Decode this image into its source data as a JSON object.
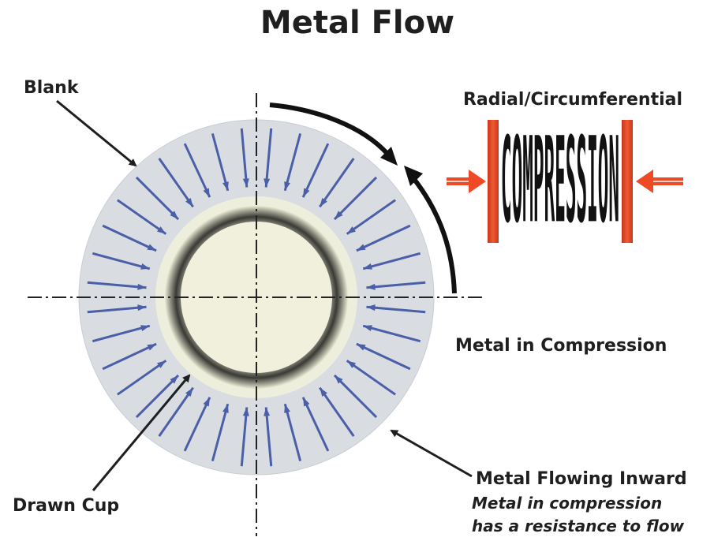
{
  "title": "Metal Flow",
  "labels": {
    "blank": "Blank",
    "drawn_cup": "Drawn Cup",
    "radial_circumferential": "Radial/Circumferential",
    "compression_word": "COMPRESSION",
    "metal_in_compression": "Metal in Compression",
    "metal_flowing_inward": "Metal Flowing Inward",
    "note_line_1": "Metal in compression",
    "note_line_2": "has a resistance to flow"
  },
  "colors": {
    "blank_fill": "#d9dde2",
    "cup_ring": "#eeeedc",
    "cup_wall": "#3c3c38",
    "cup_bottom": "#f0f0dc",
    "flow_arrow": "#4a5fa8",
    "compression_red": "#ee4a26",
    "centerline": "#222222"
  },
  "flow_arrow_count": 36
}
